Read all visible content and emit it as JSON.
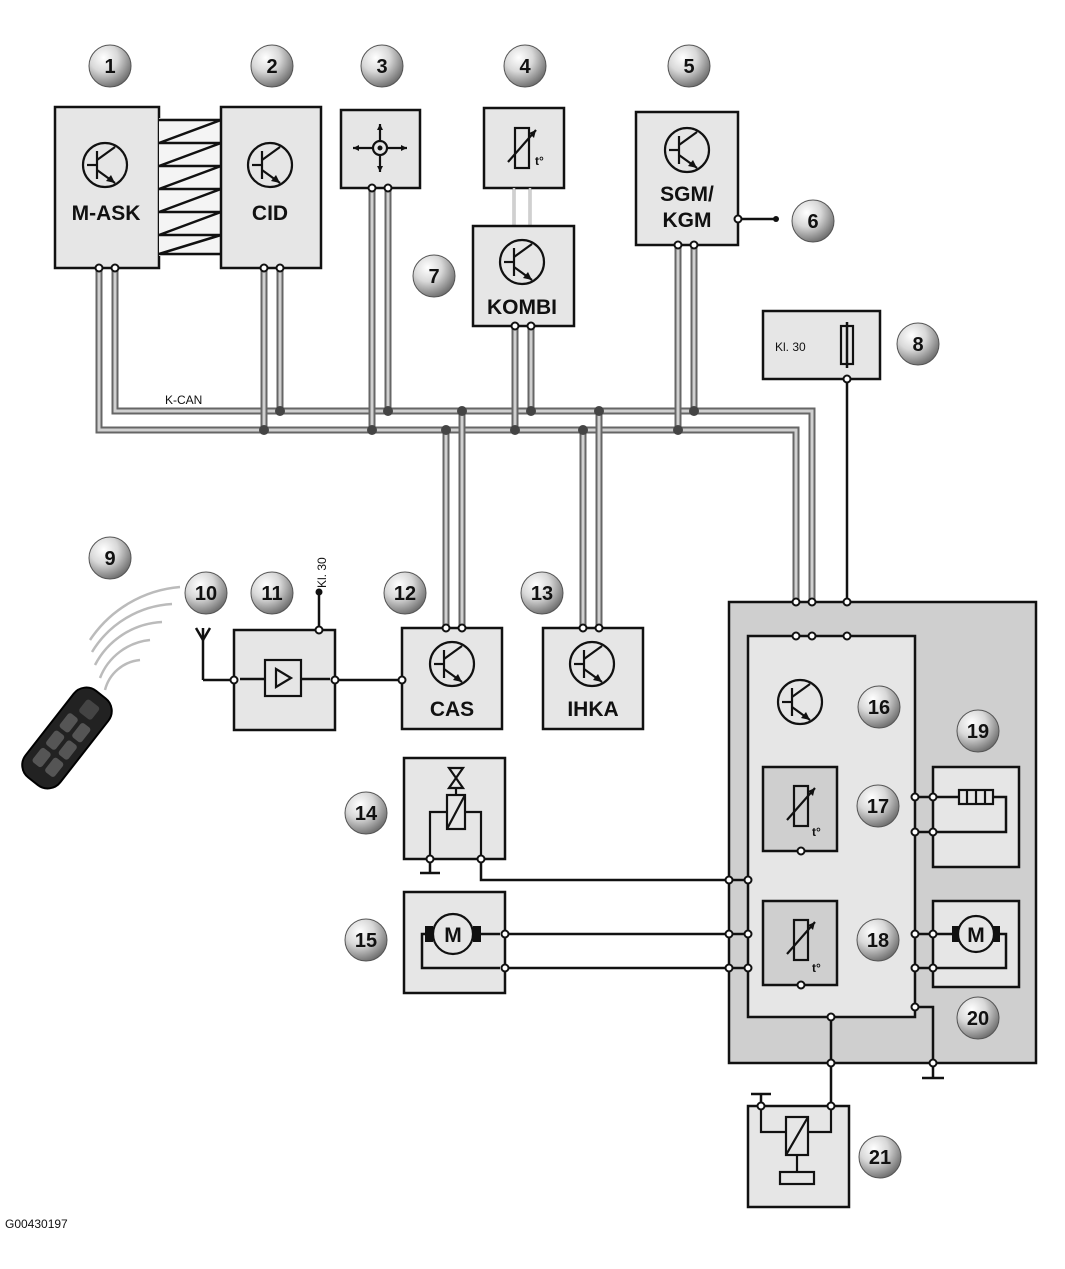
{
  "diagram": {
    "image_code": "G00430197",
    "bus_label": "K-CAN",
    "kl30_label": "Kl. 30",
    "kl30_vertical_label": "Kl. 30",
    "temp_symbol": "t°",
    "motor_symbol": "M",
    "components": {
      "m_ask": "M-ASK",
      "cid": "CID",
      "sgm_kgm_line1": "SGM/",
      "sgm_kgm_line2": "KGM",
      "kombi": "KOMBI",
      "cas": "CAS",
      "ihka": "IHKA"
    },
    "callouts": [
      "1",
      "2",
      "3",
      "4",
      "5",
      "6",
      "7",
      "8",
      "9",
      "10",
      "11",
      "12",
      "13",
      "14",
      "15",
      "16",
      "17",
      "18",
      "19",
      "20",
      "21"
    ]
  }
}
